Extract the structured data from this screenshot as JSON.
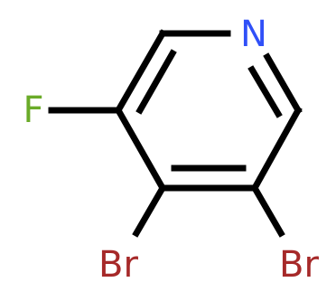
{
  "molecule": {
    "atoms": {
      "nitrogen": {
        "label": "N",
        "color": "#3050F8"
      },
      "fluorine": {
        "label": "F",
        "color": "#6AAB28"
      },
      "bromine_left": {
        "label": "Br",
        "color": "#A62929"
      },
      "bromine_right": {
        "label": "Br",
        "color": "#A62929"
      }
    },
    "bond_color": "#000000"
  }
}
